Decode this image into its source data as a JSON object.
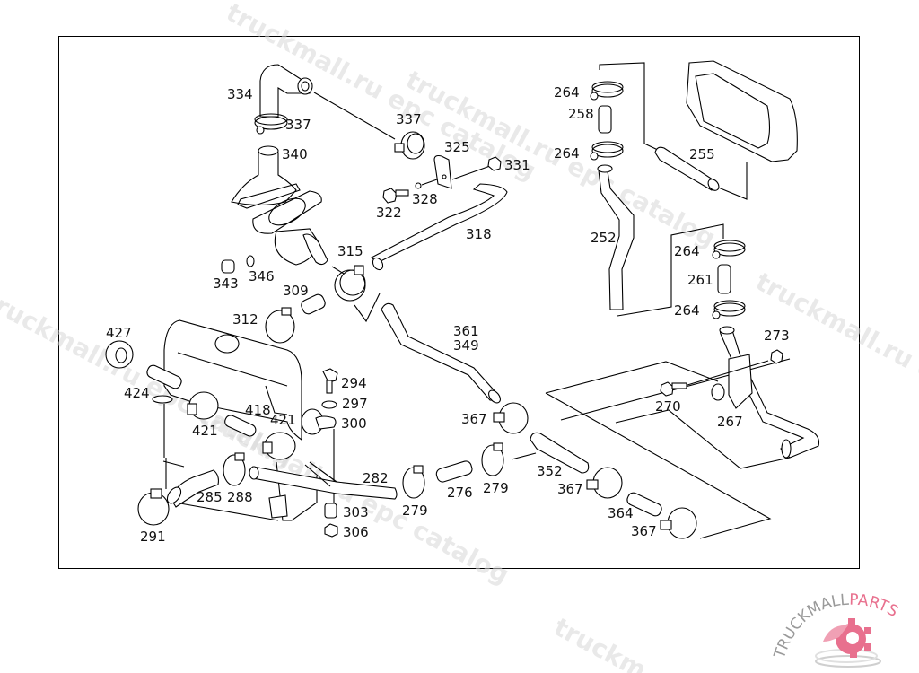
{
  "diagram": {
    "title": "Cooling system hoses and pipes parts diagram",
    "parts": [
      {
        "id": "334",
        "label": "334"
      },
      {
        "id": "337a",
        "label": "337"
      },
      {
        "id": "337b",
        "label": "337"
      },
      {
        "id": "340",
        "label": "340"
      },
      {
        "id": "325",
        "label": "325"
      },
      {
        "id": "331",
        "label": "331"
      },
      {
        "id": "322",
        "label": "322"
      },
      {
        "id": "328",
        "label": "328"
      },
      {
        "id": "318",
        "label": "318"
      },
      {
        "id": "315",
        "label": "315"
      },
      {
        "id": "343",
        "label": "343"
      },
      {
        "id": "346",
        "label": "346"
      },
      {
        "id": "309",
        "label": "309"
      },
      {
        "id": "312",
        "label": "312"
      },
      {
        "id": "427",
        "label": "427"
      },
      {
        "id": "424",
        "label": "424"
      },
      {
        "id": "421a",
        "label": "421"
      },
      {
        "id": "418",
        "label": "418"
      },
      {
        "id": "421b",
        "label": "421"
      },
      {
        "id": "294",
        "label": "294"
      },
      {
        "id": "297",
        "label": "297"
      },
      {
        "id": "300",
        "label": "300"
      },
      {
        "id": "361",
        "label": "361"
      },
      {
        "id": "349",
        "label": "349"
      },
      {
        "id": "367a",
        "label": "367"
      },
      {
        "id": "282",
        "label": "282"
      },
      {
        "id": "285",
        "label": "285"
      },
      {
        "id": "288",
        "label": "288"
      },
      {
        "id": "291",
        "label": "291"
      },
      {
        "id": "303",
        "label": "303"
      },
      {
        "id": "306",
        "label": "306"
      },
      {
        "id": "279a",
        "label": "279"
      },
      {
        "id": "276",
        "label": "276"
      },
      {
        "id": "279b",
        "label": "279"
      },
      {
        "id": "352",
        "label": "352"
      },
      {
        "id": "367b",
        "label": "367"
      },
      {
        "id": "364",
        "label": "364"
      },
      {
        "id": "367c",
        "label": "367"
      },
      {
        "id": "264a",
        "label": "264"
      },
      {
        "id": "258",
        "label": "258"
      },
      {
        "id": "264b",
        "label": "264"
      },
      {
        "id": "255",
        "label": "255"
      },
      {
        "id": "252",
        "label": "252"
      },
      {
        "id": "264c",
        "label": "264"
      },
      {
        "id": "261",
        "label": "261"
      },
      {
        "id": "264d",
        "label": "264"
      },
      {
        "id": "273",
        "label": "273"
      },
      {
        "id": "270",
        "label": "270"
      },
      {
        "id": "267",
        "label": "267"
      }
    ]
  },
  "watermarks": [
    "truckmall.ru epc catalog",
    "truckmall.ru epc catalog",
    "truckmall.ru epc catalog",
    "truckmall.ru epc catalog"
  ],
  "logo": {
    "text_dark": "TRUCKMALL",
    "text_accent": "PARTS",
    "accent_color": "#e8708e",
    "dark_color": "#9a9a9a"
  }
}
